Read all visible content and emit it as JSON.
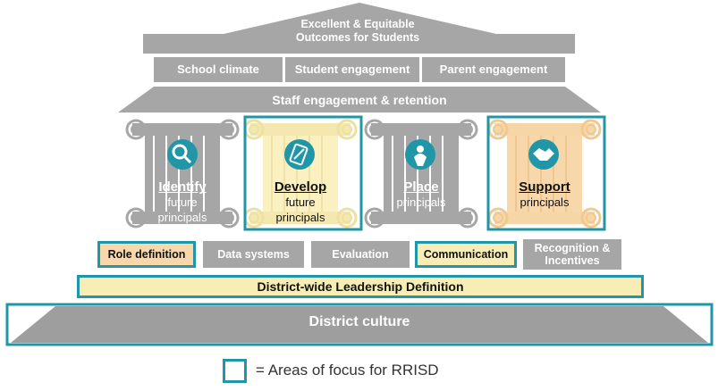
{
  "roof": {
    "title_line1": "Excellent & Equitable",
    "title_line2": "Outcomes for Students"
  },
  "outcomes": [
    "School climate",
    "Student engagement",
    "Parent engagement"
  ],
  "staff_bar": "Staff engagement & retention",
  "pillars": [
    {
      "title": "Identify",
      "sub1": "future",
      "sub2": "principals",
      "icon": "magnifier-icon",
      "focus": false
    },
    {
      "title": "Develop",
      "sub1": "future",
      "sub2": "principals",
      "icon": "growth-chart-icon",
      "focus": true
    },
    {
      "title": "Place",
      "sub1": "principals",
      "sub2": "",
      "icon": "person-pin-icon",
      "focus": false
    },
    {
      "title": "Support",
      "sub1": "principals",
      "sub2": "",
      "icon": "handshake-icon",
      "focus": true
    }
  ],
  "foundations": [
    {
      "label": "Role definition",
      "focus": true
    },
    {
      "label": "Data systems",
      "focus": false
    },
    {
      "label": "Evaluation",
      "focus": false
    },
    {
      "label": "Communication",
      "focus": true
    },
    {
      "label": "Recognition & Incentives",
      "label_line1": "Recognition &",
      "label_line2": "Incentives",
      "focus": false
    }
  ],
  "leadership_bar": "District-wide Leadership Definition",
  "culture_bar": "District culture",
  "legend": {
    "text": "= Areas of focus for RRISD"
  },
  "colors": {
    "grey": "#a6a6a6",
    "dark_grey": "#8c8c8c",
    "teal": "#2196a6",
    "cream": "#fbf1c0",
    "peach": "#f8d7ab",
    "pale_yellow": "#f8edb4"
  }
}
